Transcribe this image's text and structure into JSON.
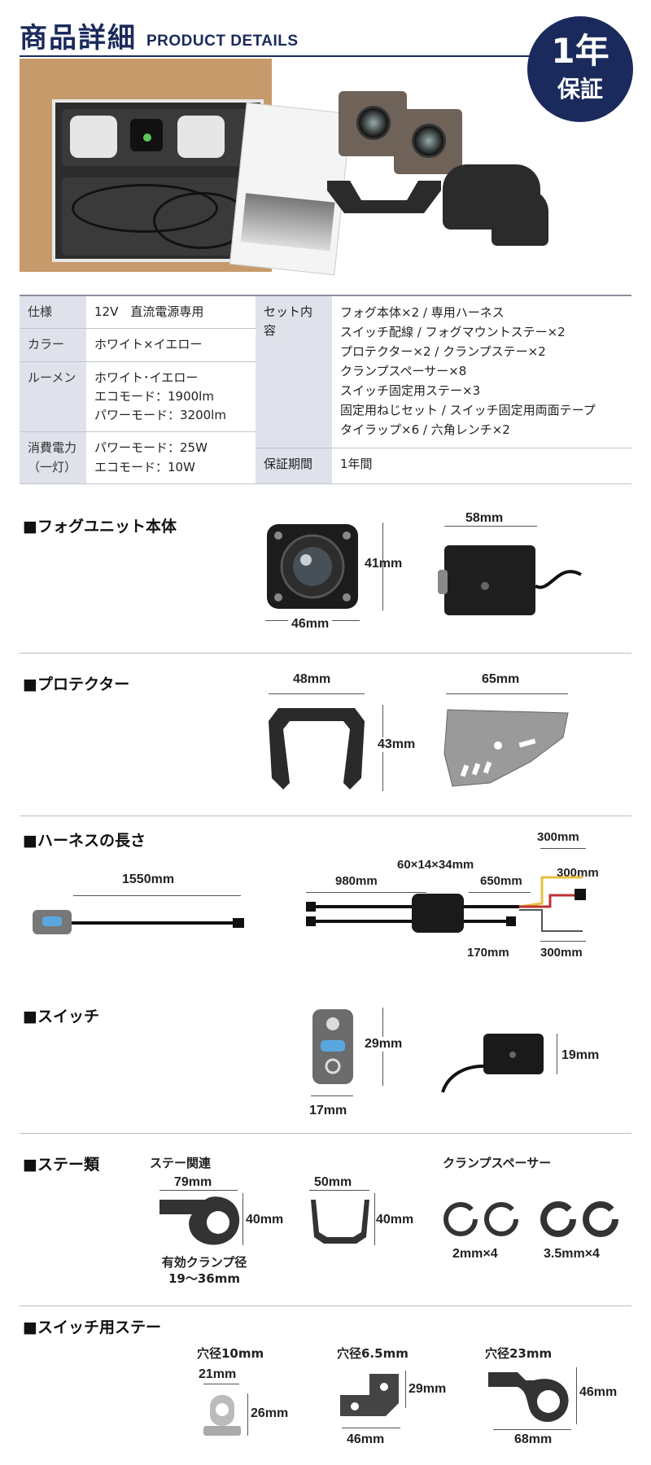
{
  "header": {
    "title_ja": "商品詳細",
    "title_en": "PRODUCT DETAILS",
    "badge_top": "1年",
    "badge_bottom": "保証"
  },
  "spec_table": {
    "shiyou_label": "仕様",
    "shiyou_value": "12V　直流電源専用",
    "color_label": "カラー",
    "color_value": "ホワイト×イエロー",
    "lumen_label": "ルーメン",
    "lumen_lines": [
      "ホワイト･イエロー",
      "エコモード：1900lm",
      "パワーモード：3200lm"
    ],
    "power_label_lines": [
      "消費電力",
      "（一灯）"
    ],
    "power_lines": [
      "パワーモード：25W",
      "エコモード：10W"
    ],
    "set_label": "セット内容",
    "set_lines": [
      "フォグ本体×2 / 専用ハーネス",
      "スイッチ配線 / フォグマウントステー×2",
      "プロテクター×2 / クランプステー×2",
      "クランプスペーサー×8",
      "スイッチ固定用ステー×3",
      "固定用ねじセット / スイッチ固定用両面テープ",
      "タイラップ×6 / 六角レンチ×2"
    ],
    "warranty_label": "保証期間",
    "warranty_value": "1年間"
  },
  "sections": {
    "fog": {
      "title": "■フォグユニット本体",
      "height": "41mm",
      "width": "46mm",
      "depth": "58mm"
    },
    "protector": {
      "title": "■プロテクター",
      "width": "48mm",
      "height": "43mm",
      "length": "65mm"
    },
    "harness": {
      "title": "■ハーネスの長さ",
      "switch_cable": "1550mm",
      "box_size": "60×14×34mm",
      "left_len": "980mm",
      "right_len": "650mm",
      "top_branch": "300mm",
      "mid_branch": "300mm",
      "bottom_len": "170mm",
      "bottom_branch": "300mm"
    },
    "switch": {
      "title": "■スイッチ",
      "height": "29mm",
      "width": "17mm",
      "side_height": "19mm"
    },
    "stays": {
      "title": "■ステー類",
      "stay_label": "ステー関連",
      "clamp_w": "79mm",
      "clamp_h": "40mm",
      "clamp_note_1": "有効クランプ径",
      "clamp_note_2": "19～36mm",
      "bracket_w": "50mm",
      "bracket_h": "40mm",
      "spacer_label": "クランプスペーサー",
      "spacer_a": "2mm×4",
      "spacer_b": "3.5mm×4"
    },
    "switch_stay": {
      "title": "■スイッチ用ステー",
      "a_hole": "穴径10mm",
      "a_w": "21mm",
      "a_h": "26mm",
      "b_hole": "穴径6.5mm",
      "b_h": "29mm",
      "b_w": "46mm",
      "c_hole": "穴径23mm",
      "c_h": "46mm",
      "c_w": "68mm"
    }
  },
  "colors": {
    "navy": "#1b2a5c",
    "table_label_bg": "#dfe2ea"
  }
}
